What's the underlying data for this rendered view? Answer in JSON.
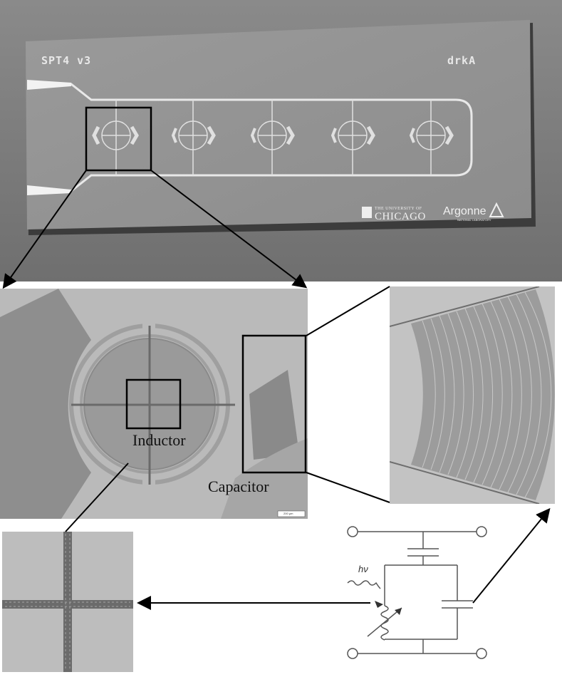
{
  "chip": {
    "model_label": "SPT4 v3",
    "variant_label": "drkA",
    "uchicago_small": "THE UNIVERSITY OF",
    "uchicago_big": "CHICAGO",
    "argonne_main": "Argonne",
    "argonne_small": "NATIONAL LABORATORY"
  },
  "labels": {
    "inductor": "Inductor",
    "capacitor": "Capacitor",
    "scale_bar": "200 µm",
    "photon": "hν"
  }
}
